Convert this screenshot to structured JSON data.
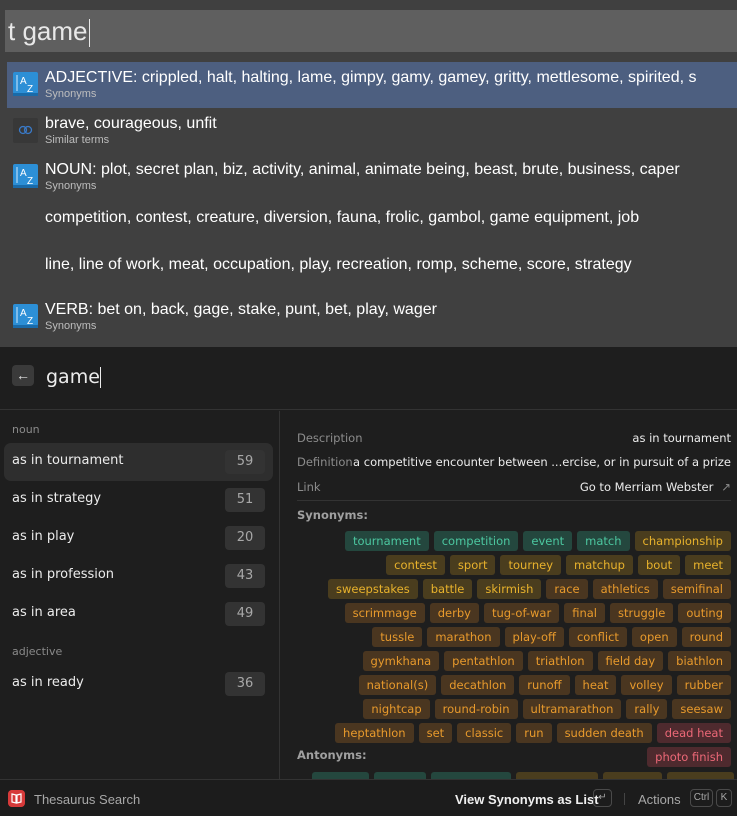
{
  "overlay": {
    "input_value": "t game",
    "results": [
      {
        "title": "ADJECTIVE: crippled, halt, halting, lame, gimpy, gamy, gamey, gritty, mettlesome, spirited, s",
        "subtitle": "Synonyms",
        "icon": "az-dictionary-icon",
        "selected": true
      },
      {
        "title": "brave, courageous, unfit",
        "subtitle": "Similar terms",
        "icon": "similar-terms-icon",
        "selected": false
      },
      {
        "title": "NOUN: plot, secret plan, biz, activity, animal, animate being, beast, brute, business, caper",
        "subtitle": "Synonyms",
        "icon": "az-dictionary-icon",
        "selected": false
      },
      {
        "title": "VERB: bet on, back, gage, stake, punt, bet, play, wager",
        "subtitle": "Synonyms",
        "icon": "az-dictionary-icon",
        "selected": false
      }
    ],
    "continuation_lines": [
      "competition, contest, creature, diversion, fauna, frolic, gambol, game equipment, job",
      "line, line of work, meat, occupation, play, recreation, romp, scheme, score, strategy"
    ]
  },
  "search": {
    "back_icon": "arrow-left-icon",
    "query": "game"
  },
  "senses": {
    "sections": [
      {
        "label": "noun",
        "items": [
          {
            "label": "as in tournament",
            "count": "59",
            "selected": true
          },
          {
            "label": "as in strategy",
            "count": "51"
          },
          {
            "label": "as in play",
            "count": "20"
          },
          {
            "label": "as in profession",
            "count": "43"
          },
          {
            "label": "as in area",
            "count": "49"
          }
        ]
      },
      {
        "label": "adjective",
        "items": [
          {
            "label": "as in ready",
            "count": "36"
          }
        ]
      }
    ]
  },
  "detail": {
    "description_key": "Description",
    "description_val": "as in tournament",
    "definition_key": "Definition",
    "definition_val": "a competitive encounter between ...ercise, or in pursuit of a prize",
    "link_key": "Link",
    "link_val": "Go to Merriam Webster",
    "link_icon": "external-link-icon",
    "synonyms_heading": "Synonyms:",
    "antonyms_heading": "Antonyms:",
    "synonyms": [
      {
        "text": "tournament",
        "tone": "green"
      },
      {
        "text": "competition",
        "tone": "green"
      },
      {
        "text": "event",
        "tone": "green"
      },
      {
        "text": "match",
        "tone": "green"
      },
      {
        "text": "championship",
        "tone": "yellow"
      },
      {
        "text": "contest",
        "tone": "yellow"
      },
      {
        "text": "sport",
        "tone": "yellow"
      },
      {
        "text": "tourney",
        "tone": "yellow"
      },
      {
        "text": "matchup",
        "tone": "yellow"
      },
      {
        "text": "bout",
        "tone": "yellow"
      },
      {
        "text": "meet",
        "tone": "yellow"
      },
      {
        "text": "sweepstakes",
        "tone": "yellow"
      },
      {
        "text": "battle",
        "tone": "yellow"
      },
      {
        "text": "skirmish",
        "tone": "yellow"
      },
      {
        "text": "race",
        "tone": "orange"
      },
      {
        "text": "athletics",
        "tone": "orange"
      },
      {
        "text": "semifinal",
        "tone": "orange"
      },
      {
        "text": "scrimmage",
        "tone": "orange"
      },
      {
        "text": "derby",
        "tone": "orange"
      },
      {
        "text": "tug-of-war",
        "tone": "orange"
      },
      {
        "text": "final",
        "tone": "orange"
      },
      {
        "text": "struggle",
        "tone": "orange"
      },
      {
        "text": "outing",
        "tone": "orange"
      },
      {
        "text": "tussle",
        "tone": "orange"
      },
      {
        "text": "marathon",
        "tone": "orange"
      },
      {
        "text": "play-off",
        "tone": "orange"
      },
      {
        "text": "conflict",
        "tone": "orange"
      },
      {
        "text": "open",
        "tone": "orange"
      },
      {
        "text": "round",
        "tone": "orange"
      },
      {
        "text": "gymkhana",
        "tone": "orange"
      },
      {
        "text": "pentathlon",
        "tone": "orange"
      },
      {
        "text": "triathlon",
        "tone": "orange"
      },
      {
        "text": "field day",
        "tone": "orange"
      },
      {
        "text": "biathlon",
        "tone": "orange"
      },
      {
        "text": "national(s)",
        "tone": "orange"
      },
      {
        "text": "decathlon",
        "tone": "orange"
      },
      {
        "text": "runoff",
        "tone": "orange"
      },
      {
        "text": "heat",
        "tone": "orange"
      },
      {
        "text": "volley",
        "tone": "orange"
      },
      {
        "text": "rubber",
        "tone": "orange"
      },
      {
        "text": "nightcap",
        "tone": "orange"
      },
      {
        "text": "round-robin",
        "tone": "orange"
      },
      {
        "text": "ultramarathon",
        "tone": "orange"
      },
      {
        "text": "rally",
        "tone": "orange"
      },
      {
        "text": "seesaw",
        "tone": "orange"
      },
      {
        "text": "heptathlon",
        "tone": "orange"
      },
      {
        "text": "set",
        "tone": "orange"
      },
      {
        "text": "classic",
        "tone": "orange"
      },
      {
        "text": "run",
        "tone": "orange"
      },
      {
        "text": "sudden death",
        "tone": "orange"
      },
      {
        "text": "dead heat",
        "tone": "red"
      },
      {
        "text": "photo finish",
        "tone": "red"
      }
    ],
    "tone_colors": {
      "green": "#4cc7a0",
      "yellow": "#e8b22c",
      "orange": "#e89a2c",
      "red": "#ec6877"
    }
  },
  "footer": {
    "app_icon": "book-icon",
    "app_name": "Thesaurus Search",
    "primary_action": "View Synonyms as List",
    "primary_key": "↵",
    "actions_label": "Actions",
    "actions_keys": [
      "Ctrl",
      "K"
    ]
  }
}
